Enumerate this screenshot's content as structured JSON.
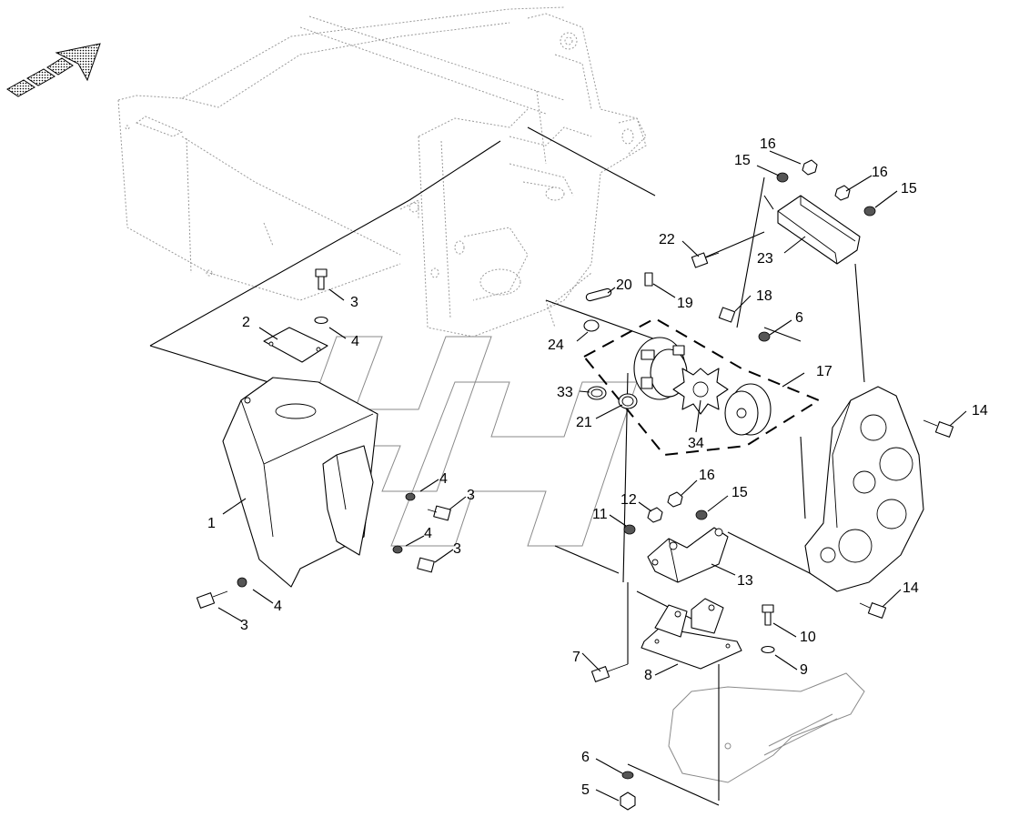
{
  "callouts": {
    "c1": "1",
    "c2": "2",
    "c3a": "3",
    "c3b": "3",
    "c3c": "3",
    "c3d": "3",
    "c4a": "4",
    "c4b": "4",
    "c4c": "4",
    "c4d": "4",
    "c5": "5",
    "c6a": "6",
    "c6b": "6",
    "c7": "7",
    "c8": "8",
    "c9": "9",
    "c10": "10",
    "c11": "11",
    "c12": "12",
    "c13": "13",
    "c14a": "14",
    "c14b": "14",
    "c15a": "15",
    "c15b": "15",
    "c15c": "15",
    "c16a": "16",
    "c16b": "16",
    "c16c": "16",
    "c17": "17",
    "c18": "18",
    "c19": "19",
    "c20": "20",
    "c21": "21",
    "c22": "22",
    "c23": "23",
    "c24": "24",
    "c33": "33",
    "c34": "34"
  },
  "icons": {
    "direction": "direction-arrow-icon"
  }
}
